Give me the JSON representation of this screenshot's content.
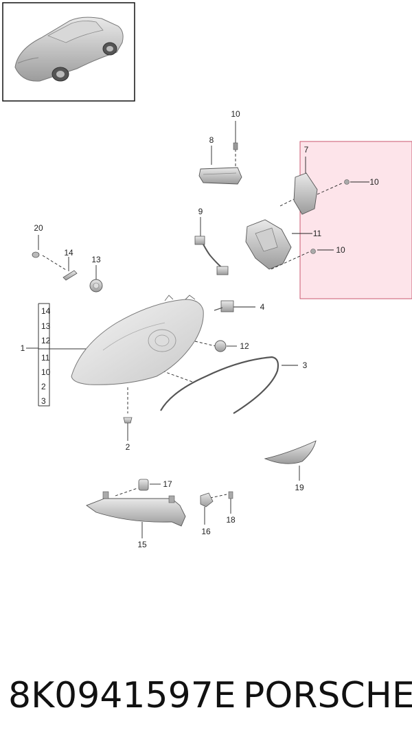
{
  "thumbnail": {
    "alt_icon": "car-icon"
  },
  "callouts": {
    "n1": "1",
    "n2": "2",
    "n3": "3",
    "n4": "4",
    "n7": "7",
    "n8": "8",
    "n9": "9",
    "n10_top": "10",
    "n10_a": "10",
    "n10_b": "10",
    "n11": "11",
    "n12": "12",
    "n13": "13",
    "n14": "14",
    "n15": "15",
    "n16": "16",
    "n17": "17",
    "n18": "18",
    "n19": "19",
    "n20": "20"
  },
  "bracket_list": [
    "14",
    "13",
    "12",
    "11",
    "10",
    "2",
    "3"
  ],
  "highlight": {
    "color": "#fde4ea",
    "border": "#c9566e"
  },
  "caption": {
    "part_number": "8K0941597E",
    "brand": "PORSCHE"
  }
}
